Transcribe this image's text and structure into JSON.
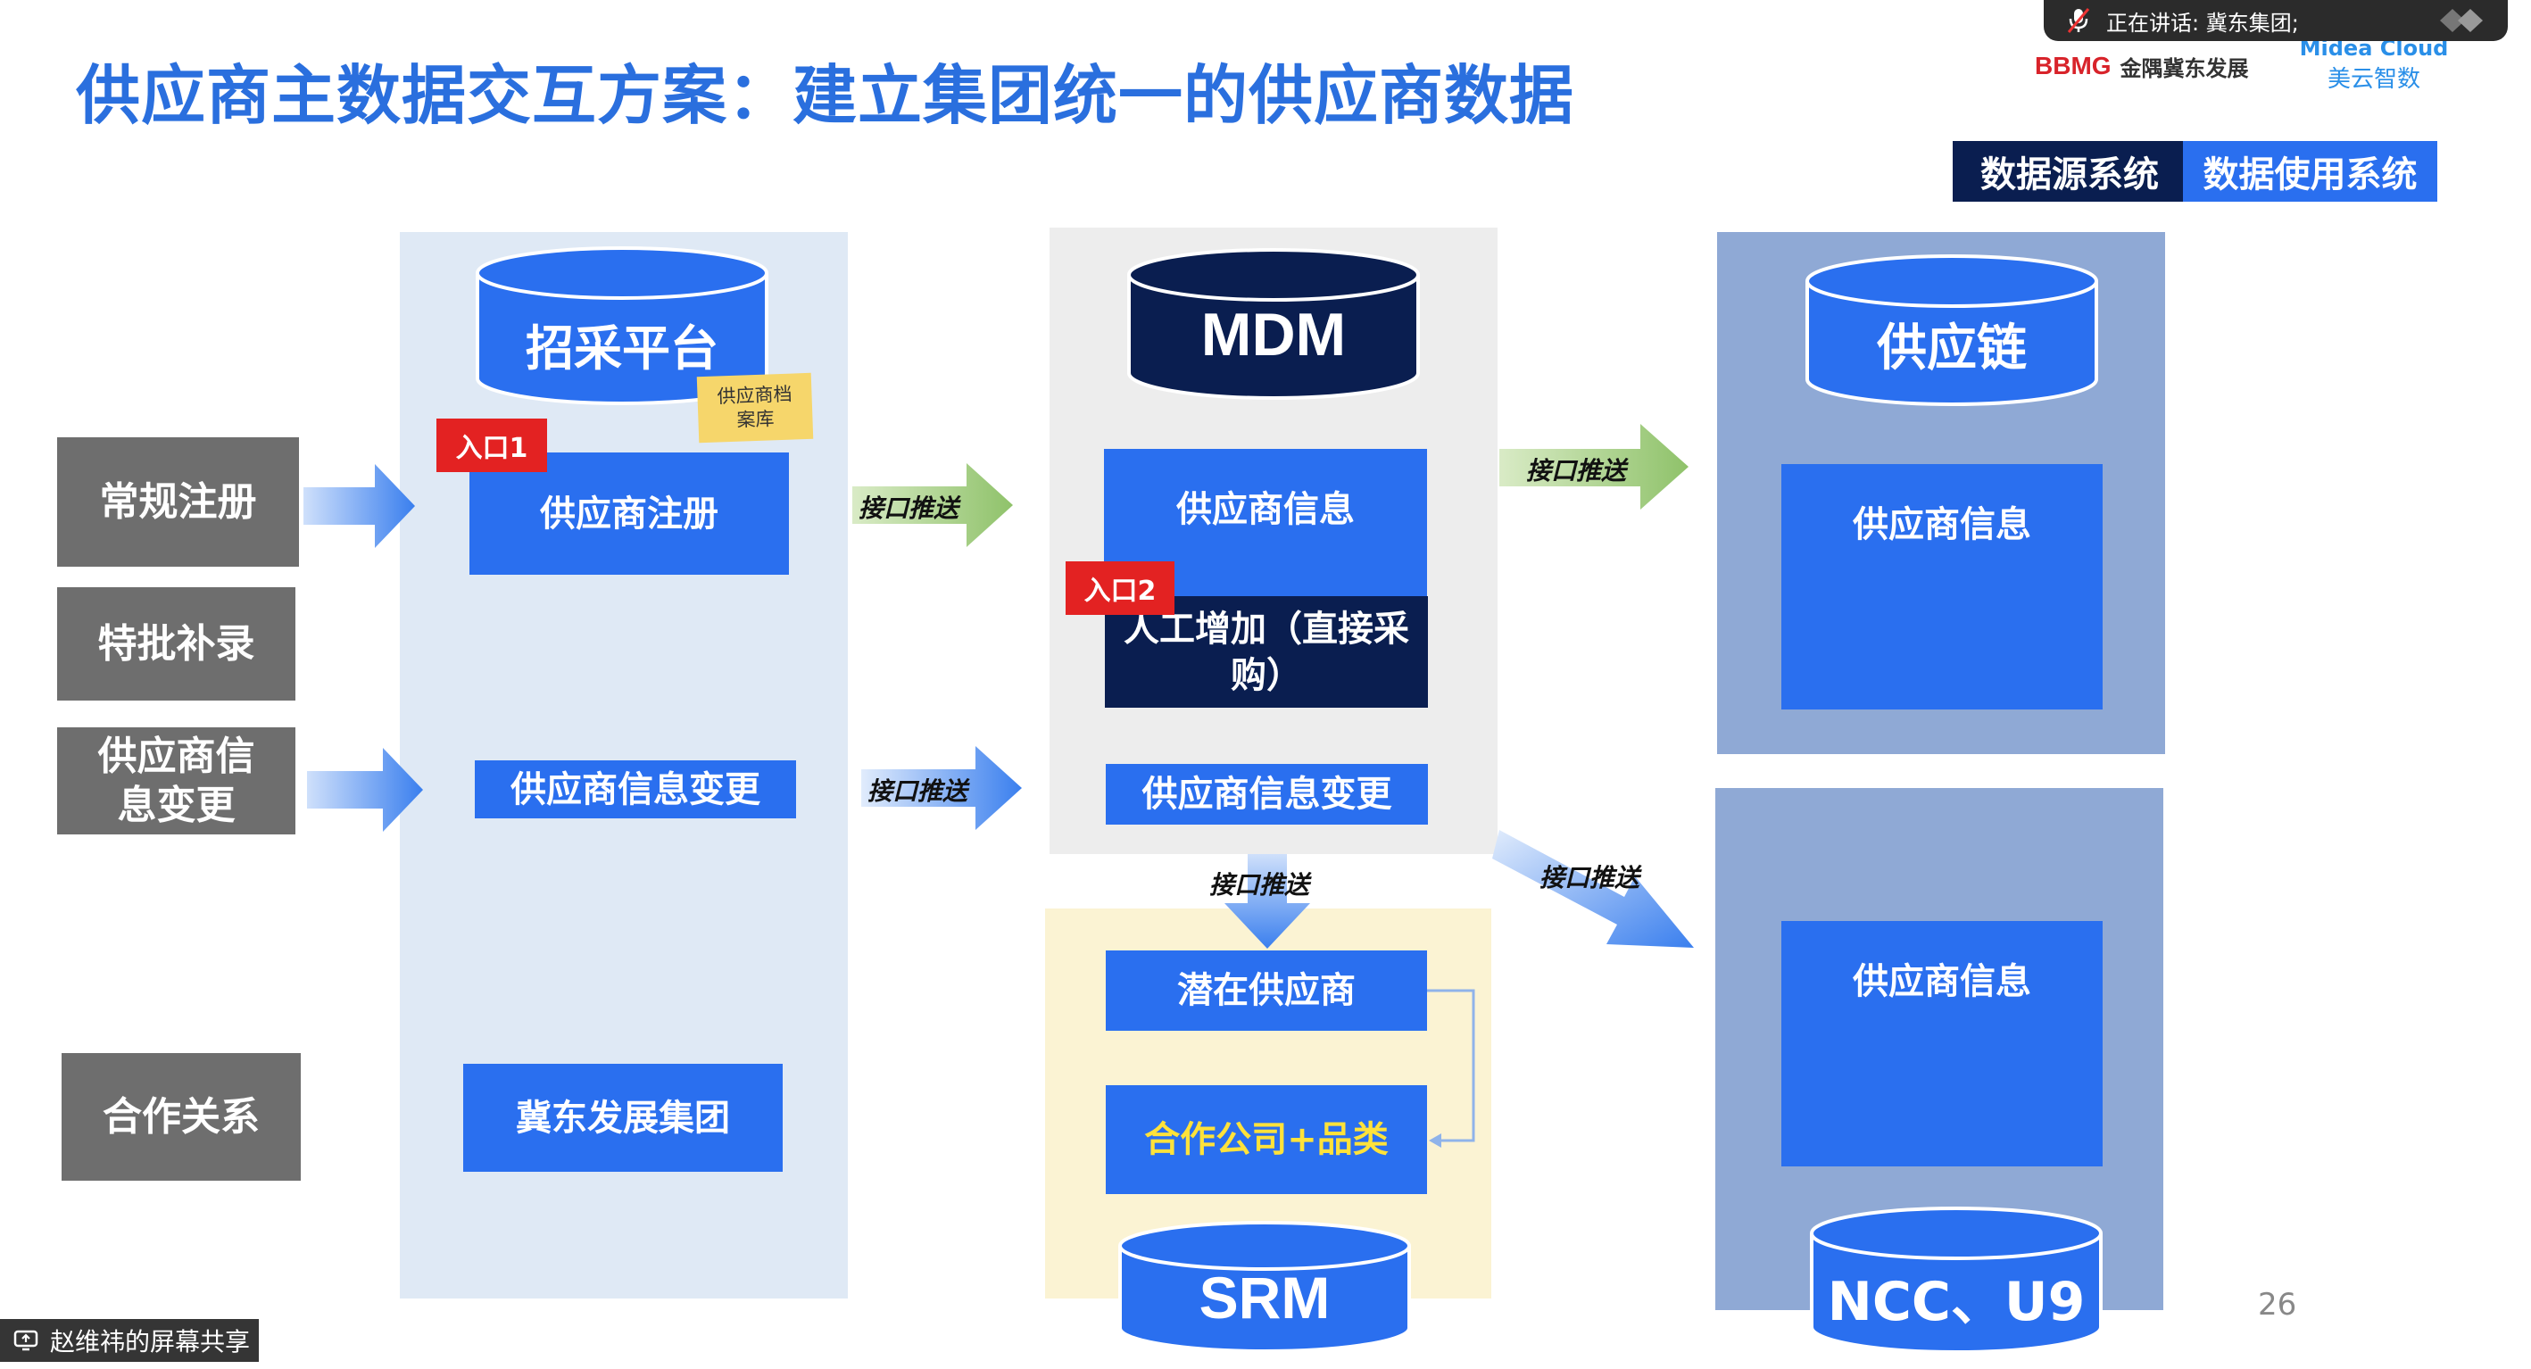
{
  "slide": {
    "title": "供应商主数据交互方案：建立集团统一的供应商数据",
    "page_number": "26",
    "logo_left": "BBMG",
    "logo_left_cn": "金隅冀东发展",
    "logo_right_en": "Midea Cloud",
    "logo_right_cn": "美云智数"
  },
  "legend": {
    "source": "数据源系统",
    "usage": "数据使用系统",
    "source_color": "#0a1e50",
    "usage_color": "#2a6fef"
  },
  "left_labels": {
    "regular": "常规注册",
    "special": "特批补录",
    "change": "供应商信息变更",
    "cooperation": "合作关系"
  },
  "col1": {
    "db": "招采平台",
    "note": "供应商档案库",
    "tag1": "入口1",
    "register": "供应商注册",
    "change": "供应商信息变更",
    "group": "冀东发展集团"
  },
  "arrows": {
    "push": "接口推送"
  },
  "col2": {
    "db": "MDM",
    "info": "供应商信息",
    "tag2": "入口2",
    "manual": "人工增加（直接采购）",
    "change": "供应商信息变更",
    "potential": "潜在供应商",
    "coop": "合作公司+品类",
    "srm": "SRM"
  },
  "col3": {
    "db_top": "供应链",
    "info_top": "供应商信息",
    "info_bottom": "供应商信息",
    "db_bottom": "NCC、U9"
  },
  "overlay": {
    "speaking": "正在讲话:  冀东集团;",
    "share": "赵维祎的屏幕共享"
  }
}
